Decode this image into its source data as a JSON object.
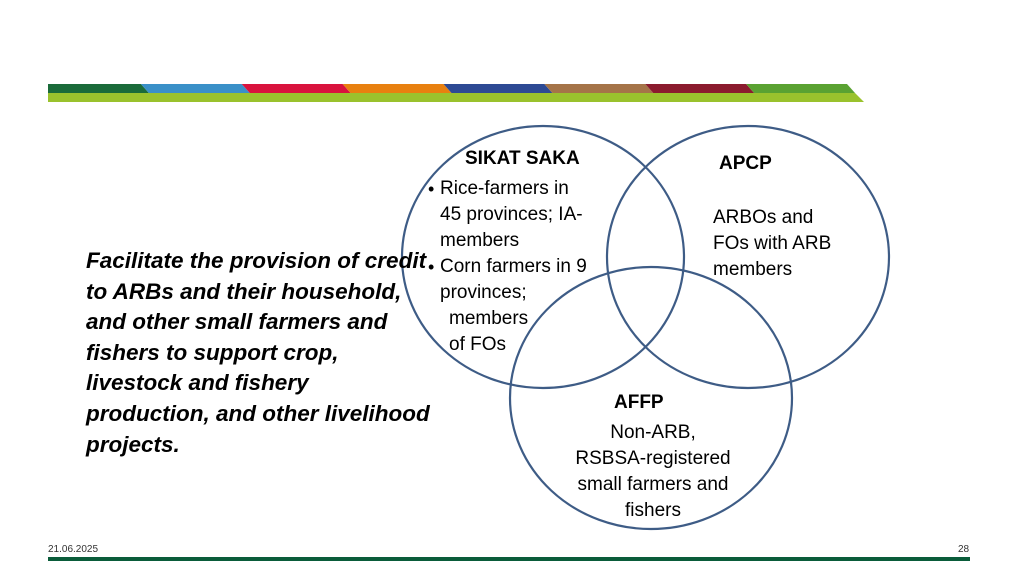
{
  "stripe_colors": [
    "#1a6b3a",
    "#3a90c8",
    "#d9133d",
    "#e8800f",
    "#2d4a94",
    "#a57448",
    "#8b1b2e",
    "#5aa232"
  ],
  "stripe_base_color": "#9ac22d",
  "circle_stroke_color": "#3e5c86",
  "main_text": "Facilitate the provision of credit to ARBs and their household, and other small farmers and fishers to support crop, livestock and fishery production, and other livelihood projects.",
  "venn": {
    "sikat_saka": {
      "title": "SIKAT SAKA",
      "bullets": [
        {
          "lines": [
            "Rice-farmers in",
            "45 provinces; IA-",
            "members"
          ]
        },
        {
          "lines": [
            "Corn farmers in 9",
            "provinces;",
            "members",
            "of FOs"
          ]
        }
      ]
    },
    "apcp": {
      "title": "APCP",
      "body_lines": [
        "ARBOs and",
        "FOs with ARB",
        "members"
      ]
    },
    "affp": {
      "title": "AFFP",
      "body_lines": [
        "Non-ARB,",
        "RSBSA-registered",
        "small farmers and",
        "fishers"
      ]
    }
  },
  "footer": {
    "date": "21.06.2025",
    "page": "28"
  }
}
